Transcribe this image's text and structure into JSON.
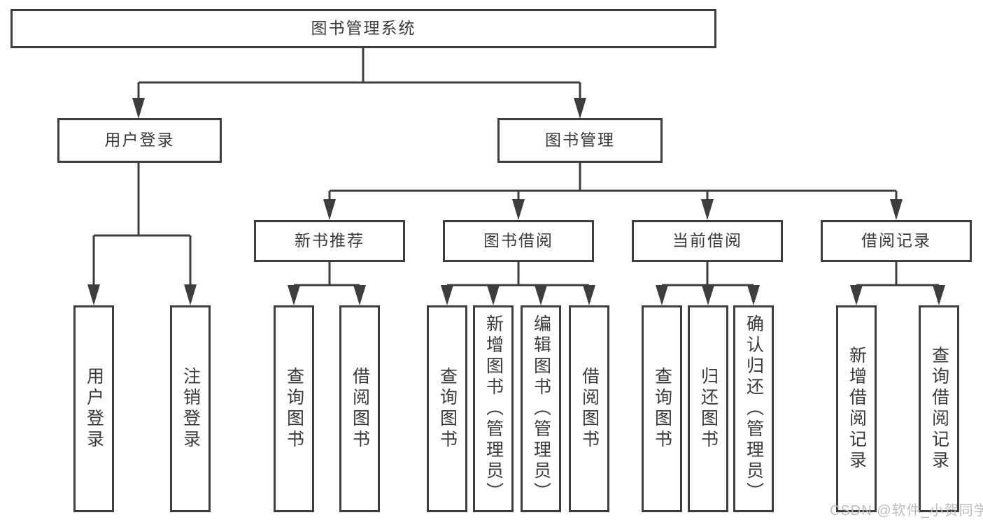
{
  "diagram": {
    "root": {
      "label": "图书管理系统"
    },
    "level2": [
      {
        "label": "用户登录"
      },
      {
        "label": "图书管理"
      }
    ],
    "level3": [
      {
        "label": "新书推荐"
      },
      {
        "label": "图书借阅"
      },
      {
        "label": "当前借阅"
      },
      {
        "label": "借阅记录"
      }
    ],
    "leaves": {
      "user_login_group": [
        "用户登录",
        "注销登录"
      ],
      "new_book_group": [
        "查询图书",
        "借阅图书"
      ],
      "book_borrow_group": [
        "查询图书",
        "新增图书（管理员）",
        "编辑图书（管理员）",
        "借阅图书"
      ],
      "current_borrow_group": [
        "查询图书",
        "归还图书",
        "确认归还（管理员）"
      ],
      "borrow_record_group": [
        "新增借阅记录",
        "查询借阅记录"
      ]
    }
  },
  "watermark": {
    "text": "CSDN @软件_小贺同学"
  },
  "colors": {
    "line": "#3d3d3d",
    "text": "#3a3a3a",
    "box_background": "#ffffff",
    "watermark": "#bdbdbd",
    "page_background": "#ffffff"
  }
}
